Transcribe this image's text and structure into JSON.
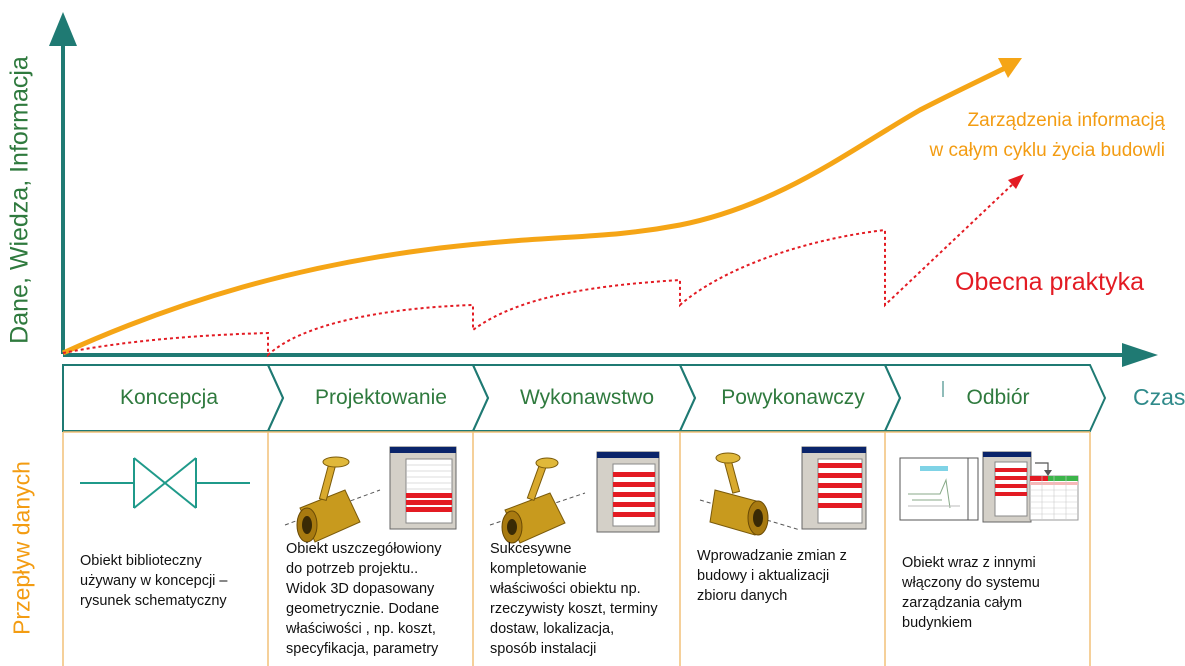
{
  "axes": {
    "y_label": "Dane, Wiedza, Informacja",
    "x_label": "Czas",
    "flow_label": "Przepływ danych"
  },
  "curves": {
    "orange_label_line1": "Zarządzenia informacją",
    "orange_label_line2": "w całym cyklu życia budowli",
    "red_label": "Obecna praktyka"
  },
  "stages": [
    {
      "name": "Koncepcja",
      "description": [
        "Obiekt biblioteczny",
        "używany w koncepcji –",
        "rysunek schematyczny"
      ]
    },
    {
      "name": "Projektowanie",
      "description": [
        "Obiekt uszczegółowiony",
        "do potrzeb projektu..",
        "Widok 3D dopasowany",
        "geometrycznie. Dodane",
        "właściwości , np. koszt,",
        "specyfikacja, parametry"
      ]
    },
    {
      "name": "Wykonawstwo",
      "description": [
        "Sukcesywne",
        "kompletowanie",
        "właściwości obiektu np.",
        "rzeczywisty koszt, terminy",
        "dostaw, lokalizacja,",
        "sposób instalacji"
      ]
    },
    {
      "name": "Powykonawczy",
      "description": [
        "Wprowadzanie zmian z",
        "budowy i aktualizacji",
        "zbioru danych"
      ]
    },
    {
      "name": "Odbiór",
      "description": [
        "Obiekt wraz z innymi",
        "włączony do systemu",
        "zarządzania całym",
        "budynkiem"
      ]
    }
  ],
  "colors": {
    "axis": "#1f7a73",
    "orange": "#f5a516",
    "red": "#e31b23",
    "green_text": "#2f7a3e",
    "box_border": "#f2c078"
  },
  "icons": [
    "valve-symbol-icon",
    "3d-valve-icon",
    "properties-dialog-icon",
    "system-drawing-icon",
    "data-table-icon"
  ]
}
